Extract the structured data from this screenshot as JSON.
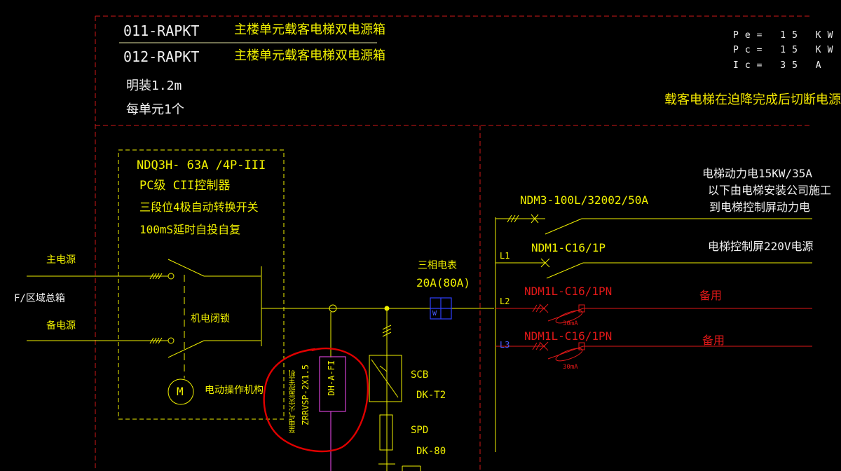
{
  "title_block": {
    "row1_code": "011-RAPKT",
    "row1_desc": "主楼单元载客电梯双电源箱",
    "row2_code": "012-RAPKT",
    "row2_desc": "主楼单元载客电梯双电源箱",
    "install": "明装1.2m",
    "per_unit": "每单元1个"
  },
  "params": {
    "pe": "Pe= 15 KW",
    "pc": "Pc= 15 KW",
    "ic": "Ic= 35 A"
  },
  "cutoff_note": "载客电梯在迫降完成后切断电源",
  "ats": {
    "model": "NDQ3H- 63A /4P-III",
    "grade": "PC级 CII控制器",
    "desc1": "三段位4极自动转换开关",
    "desc2": "100mS延时自投自复",
    "interlock": "机电闭锁",
    "motor_symbol": "M",
    "motor_label": "电动操作机构"
  },
  "inputs": {
    "main": "主电源",
    "source": "F/区域总箱",
    "backup": "备电源"
  },
  "meter": {
    "label1": "三相电表",
    "label2": "20A(80A)",
    "symbol": "W"
  },
  "fire": {
    "module": "DH-A-FI",
    "cable": "ZRRVSP-2X1.5",
    "host": "至电气火灾监控主机"
  },
  "surge": {
    "scb": "SCB",
    "scb_model": "DK-T2",
    "spd": "SPD",
    "spd_model": "DK-80"
  },
  "circuits": [
    {
      "breaker": "NDM3-100L/32002/50A",
      "phase": "",
      "desc": "电梯动力电15KW/35A",
      "desc2": "以下由电梯安装公司施工",
      "desc3": "到电梯控制屏动力电"
    },
    {
      "breaker": "NDM1-C16/1P",
      "phase": "L1",
      "desc": "电梯控制屏220V电源"
    },
    {
      "breaker": "NDM1L-C16/1PN",
      "phase": "L2",
      "desc": "备用",
      "rcd": "30mA"
    },
    {
      "breaker": "NDM1L-C16/1PN",
      "phase": "L3",
      "desc": "备用",
      "rcd": "30mA"
    }
  ],
  "colors": {
    "background": "#000000",
    "line": "#f0f000",
    "frame": "#e01818",
    "fire_module": "#d040d0",
    "meter": "#3040ff",
    "annotation": "#e00000"
  }
}
